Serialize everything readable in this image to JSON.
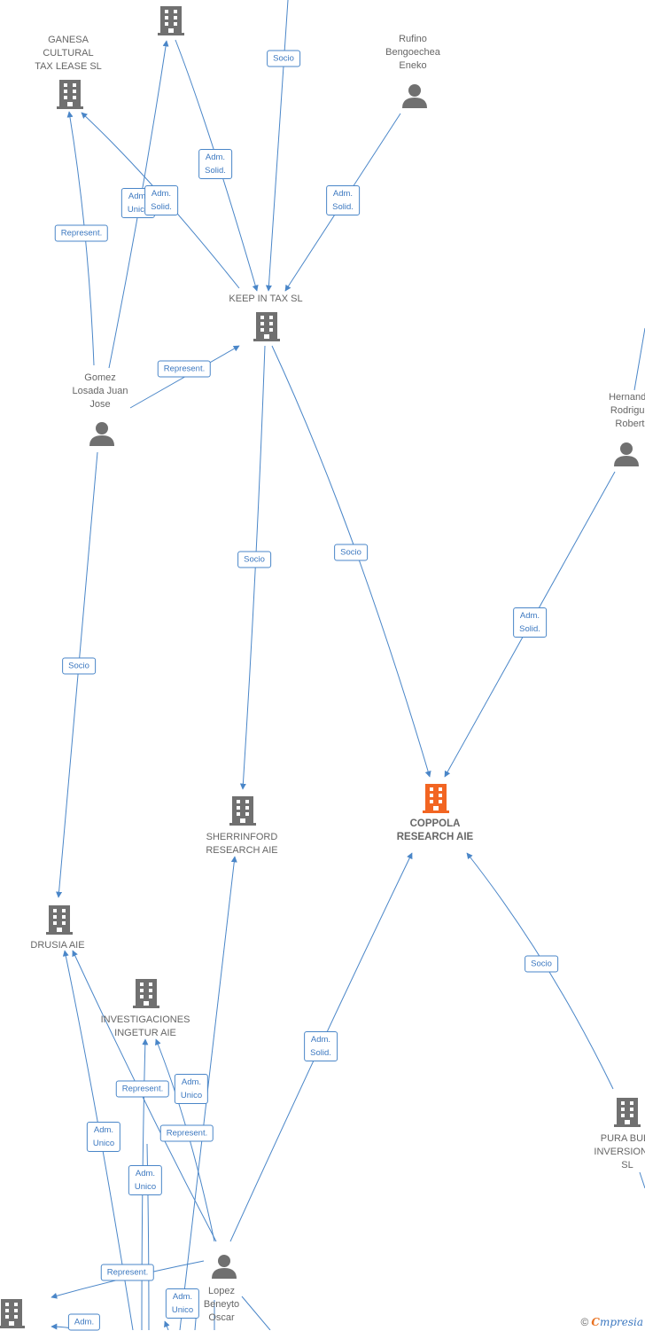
{
  "colors": {
    "edge": "#4a86c8",
    "icon": "#707070",
    "focus": "#f26522"
  },
  "nodes": [
    {
      "id": "top-company",
      "kind": "company",
      "label": "",
      "icon": "building-icon"
    },
    {
      "id": "ganesa",
      "kind": "company",
      "label": "GANESA\nCULTURAL\nTAX LEASE  SL",
      "icon": "building-icon"
    },
    {
      "id": "rufino",
      "kind": "person",
      "label": "Rufino\nBengoechea\nEneko",
      "icon": "person-icon"
    },
    {
      "id": "keep",
      "kind": "company",
      "label": "KEEP IN TAX  SL",
      "icon": "building-icon"
    },
    {
      "id": "gomez",
      "kind": "person",
      "label": "Gomez\nLosada Juan\nJose",
      "icon": "person-icon"
    },
    {
      "id": "hernandez",
      "kind": "person",
      "label": "Hernandez\nRodriguez\nRoberto",
      "icon": "person-icon"
    },
    {
      "id": "sherrinford",
      "kind": "company",
      "label": "SHERRINFORD\nRESEARCH  AIE",
      "icon": "building-icon"
    },
    {
      "id": "coppola",
      "kind": "focus",
      "label": "COPPOLA\nRESEARCH AIE",
      "icon": "building-icon"
    },
    {
      "id": "drusia",
      "kind": "company",
      "label": "DRUSIA  AIE",
      "icon": "building-icon"
    },
    {
      "id": "ingetur",
      "kind": "company",
      "label": "INVESTIGACIONES\nINGETUR AIE",
      "icon": "building-icon"
    },
    {
      "id": "pura",
      "kind": "company",
      "label": "PURA BULL\nINVERSIONES\nSL",
      "icon": "building-icon"
    },
    {
      "id": "lopez",
      "kind": "person",
      "label": "Lopez\nBeneyto\nOscar",
      "icon": "person-icon"
    },
    {
      "id": "bottom-left",
      "kind": "company",
      "label": "",
      "icon": "building-icon"
    }
  ],
  "edges": [
    {
      "from": "top-offscreen",
      "to": "keep",
      "label": "Socio"
    },
    {
      "from": "top-company",
      "to": "keep",
      "label": "Adm.\nSolid."
    },
    {
      "from": "rufino",
      "to": "keep",
      "label": "Adm.\nSolid."
    },
    {
      "from": "keep",
      "to": "ganesa",
      "label": "Adm.\nSolid."
    },
    {
      "from": "gomez",
      "to": "top-company",
      "label": "Adm.\nUnico"
    },
    {
      "from": "gomez",
      "to": "ganesa",
      "label": "Represent."
    },
    {
      "from": "gomez",
      "to": "keep",
      "label": "Represent."
    },
    {
      "from": "keep",
      "to": "sherrinford",
      "label": "Socio"
    },
    {
      "from": "keep",
      "to": "coppola",
      "label": "Socio"
    },
    {
      "from": "hernandez",
      "to": "coppola",
      "label": "Adm.\nSolid."
    },
    {
      "from": "gomez",
      "to": "drusia",
      "label": "Socio"
    },
    {
      "from": "pura",
      "to": "coppola",
      "label": "Socio"
    },
    {
      "from": "lopez",
      "to": "coppola",
      "label": "Adm.\nSolid."
    },
    {
      "from": "lower-a",
      "to": "sherrinford",
      "label": "Adm.\nUnico"
    },
    {
      "from": "lower-b",
      "to": "drusia",
      "label": "Adm.\nUnico"
    },
    {
      "from": "lower-c",
      "to": "ingetur",
      "label": "Represent."
    },
    {
      "from": "lopez",
      "to": "ingetur",
      "label": "Represent."
    },
    {
      "from": "lower-d",
      "to": "ingetur",
      "label": "Adm.\nUnico"
    },
    {
      "from": "lopez",
      "to": "bottom-left",
      "label": "Represent."
    },
    {
      "from": "lower-e",
      "to": "lower-f",
      "label": "Adm.\nUnico"
    },
    {
      "from": "lower-g",
      "to": "bottom-left",
      "label": "Adm."
    }
  ],
  "footer": {
    "copyright": "©",
    "brand_initial": "C",
    "brand_rest": "mpresia"
  }
}
